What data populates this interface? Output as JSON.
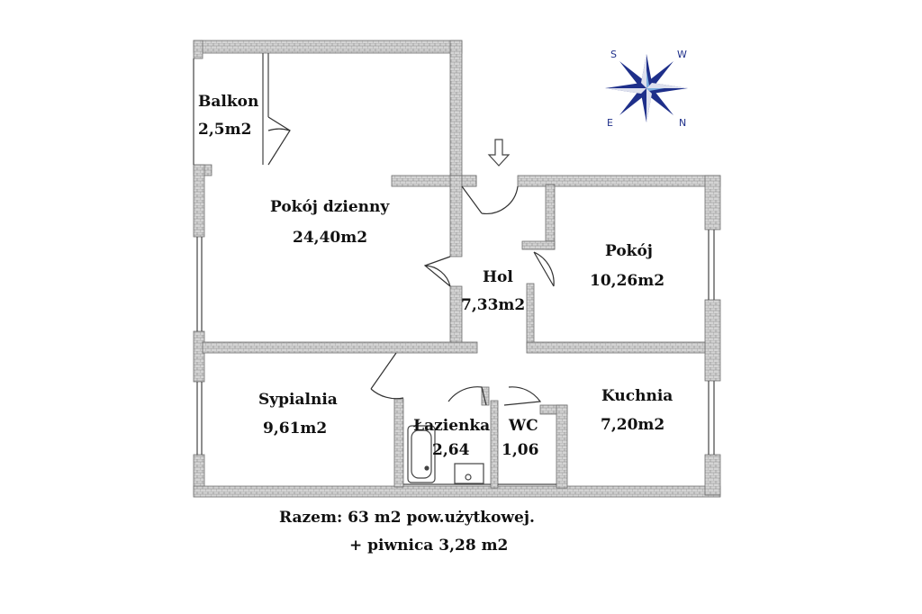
{
  "rooms": {
    "balkon": {
      "name": "Balkon",
      "area": "2,5m2"
    },
    "pokoj_dzienny": {
      "name": "Pokój  dzienny",
      "area": "24,40m2"
    },
    "hol": {
      "name": "Hol",
      "area": "7,33m2"
    },
    "pokoj": {
      "name": "Pokój",
      "area": "10,26m2"
    },
    "sypialnia": {
      "name": "Sypialnia",
      "area": "9,61m2"
    },
    "lazienka": {
      "name": "Łazienka",
      "area": "2,64"
    },
    "wc": {
      "name": "WC",
      "area": "1,06"
    },
    "kuchnia": {
      "name": "Kuchnia",
      "area": "7,20m2"
    }
  },
  "summary": {
    "total": "Razem: 63 m2 pow.użytkowej.",
    "cellar": "+ piwnica  3,28 m2"
  },
  "compass": {
    "letters": [
      "S",
      "W",
      "E",
      "N"
    ],
    "color": "#1e2f8a"
  },
  "colors": {
    "wall": "#cfcfcf",
    "wall_edge": "#7a7a7a",
    "line": "#333333"
  }
}
